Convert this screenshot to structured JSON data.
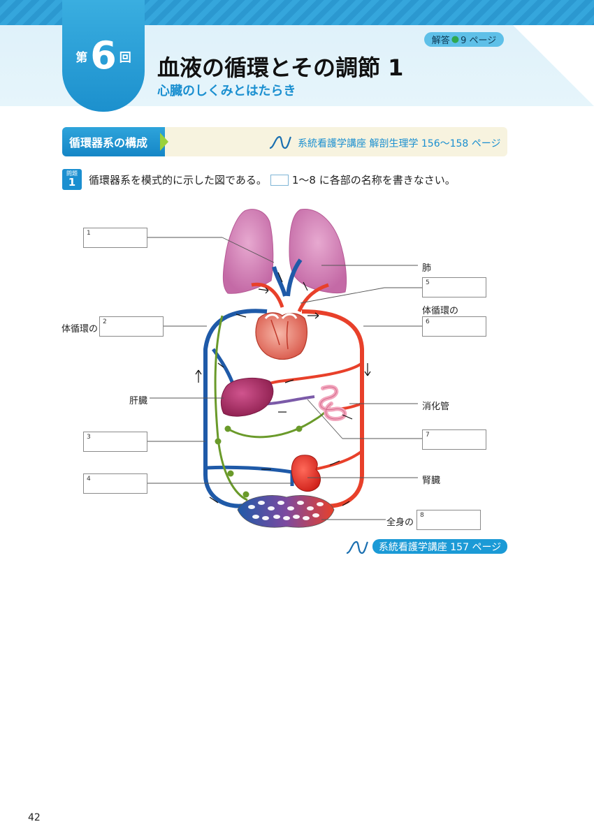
{
  "header": {
    "lesson_prefix": "第",
    "lesson_number": "6",
    "lesson_suffix": "回",
    "title": "血液の循環とその調節 1",
    "subtitle": "心臓のしくみとはたらき",
    "answer_label": "解答",
    "answer_dot": "●",
    "answer_page": "9 ページ"
  },
  "section": {
    "label": "循環器系の構成",
    "reference": "系統看護学講座 解剖生理学 156〜158 ページ"
  },
  "question": {
    "badge_top": "問題",
    "badge_number": "1",
    "text_before": "循環器系を模式的に示した図である。",
    "text_after": "1〜8 に各部の名称を書きなさい。"
  },
  "boxes": [
    {
      "number": "1"
    },
    {
      "number": "2"
    },
    {
      "number": "3"
    },
    {
      "number": "4"
    },
    {
      "number": "5"
    },
    {
      "number": "6"
    },
    {
      "number": "7"
    },
    {
      "number": "8"
    }
  ],
  "labels": {
    "lung": "肺",
    "systemic_2": "体循環の",
    "systemic_6": "体循環の",
    "liver": "肝臓",
    "digestive": "消化管",
    "kidney": "腎臓",
    "whole_body": "全身の"
  },
  "bottom_reference": "系統看護学講座 157 ページ",
  "page_number": "42",
  "colors": {
    "accent_blue": "#1b8fd0",
    "artery_red": "#e8402a",
    "vein_blue": "#1f5aa8",
    "lymph_green": "#6a9a2a"
  }
}
